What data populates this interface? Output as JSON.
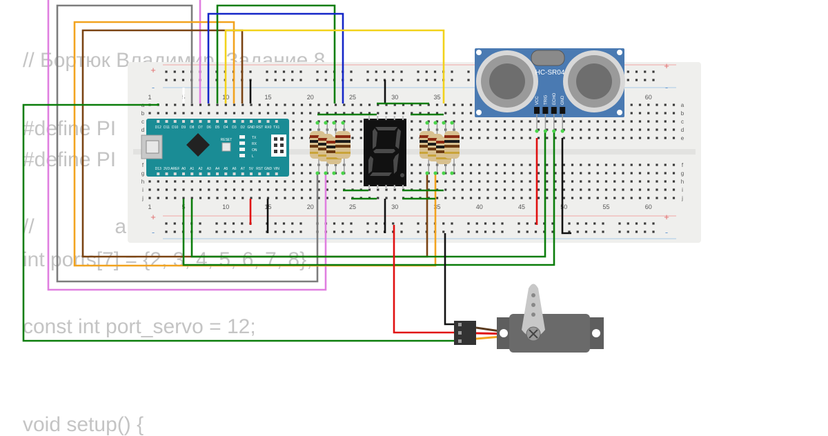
{
  "code_lines": [
    "// Бортюк Владимир, Задание 8",
    "#define PI",
    "#define PI",
    "//              a",
    "int ports[7] = {2, 3, 4, 5, 6, 7, 8};",
    "const int port_servo = 12;",
    "void setup() {"
  ],
  "breadboard": {
    "column_numbers": [
      "1",
      "5",
      "10",
      "15",
      "20",
      "25",
      "30",
      "35",
      "40",
      "45",
      "50",
      "55",
      "60"
    ],
    "row_letters_top": [
      "a",
      "b",
      "c",
      "d",
      "e"
    ],
    "row_letters_bottom": [
      "f",
      "g",
      "h",
      "i",
      "j"
    ],
    "plus": "+",
    "minus": "-"
  },
  "nano": {
    "top_pin_labels": [
      "D12",
      "D11",
      "D10",
      "D9",
      "D8",
      "D7",
      "D6",
      "D5",
      "D4",
      "D3",
      "D2",
      "GND",
      "RST",
      "RX0",
      "TX1"
    ],
    "bottom_pin_labels": [
      "D13",
      "3V3",
      "AREF",
      "A0",
      "A1",
      "A2",
      "A3",
      "A4",
      "A5",
      "A6",
      "A7",
      "5V",
      "RST",
      "GND",
      "VIN"
    ],
    "side_labels": [
      "TX",
      "RX",
      "ON",
      "L"
    ],
    "reset_label": "RESET"
  },
  "sensor": {
    "name": "HC-SR04",
    "pins": [
      "VCC",
      "TRIG",
      "ECHO",
      "GND"
    ]
  },
  "display": {
    "digit": "8"
  },
  "colors": {
    "wire_green": "#0a7d0a",
    "wire_red": "#e01010",
    "wire_black": "#111111",
    "wire_blue": "#1426c8",
    "wire_yellow": "#f2d21a",
    "wire_orange": "#f2a31e",
    "wire_brown": "#7a4312",
    "wire_gray": "#7c7c7c",
    "wire_pink": "#e07fe0",
    "nano_board": "#1a8c95",
    "sensor_board": "#4a7ab2",
    "breadboard": "#efefed"
  }
}
